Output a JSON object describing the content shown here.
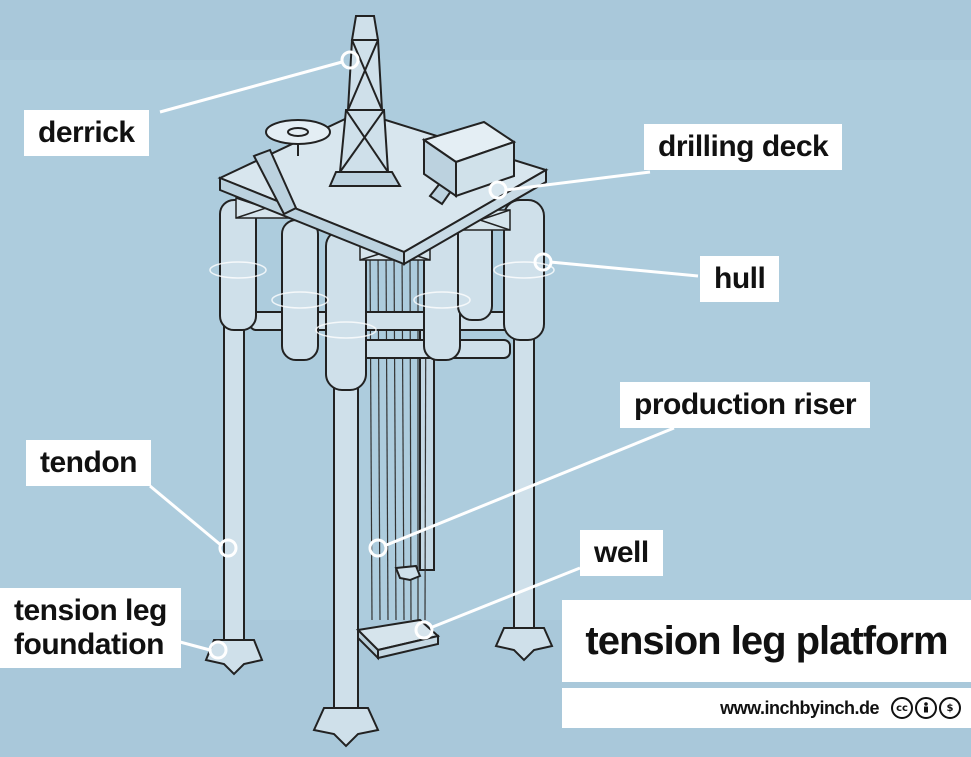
{
  "labels": {
    "derrick": "derrick",
    "drilling_deck": "drilling deck",
    "hull": "hull",
    "production_riser": "production riser",
    "tendon": "tendon",
    "well": "well",
    "tension_leg_foundation_line1": "tension leg",
    "tension_leg_foundation_line2": "foundation"
  },
  "title": "tension leg platform",
  "footer": {
    "url": "www.inchbyinch.de",
    "license_icons": [
      "cc-icon",
      "by-icon",
      "nc-icon"
    ]
  },
  "colors": {
    "background": "#a9c8da",
    "label_background": "#ffffff",
    "text": "#111111",
    "structure_fill": "#cfe0ea",
    "line": "#222222"
  }
}
